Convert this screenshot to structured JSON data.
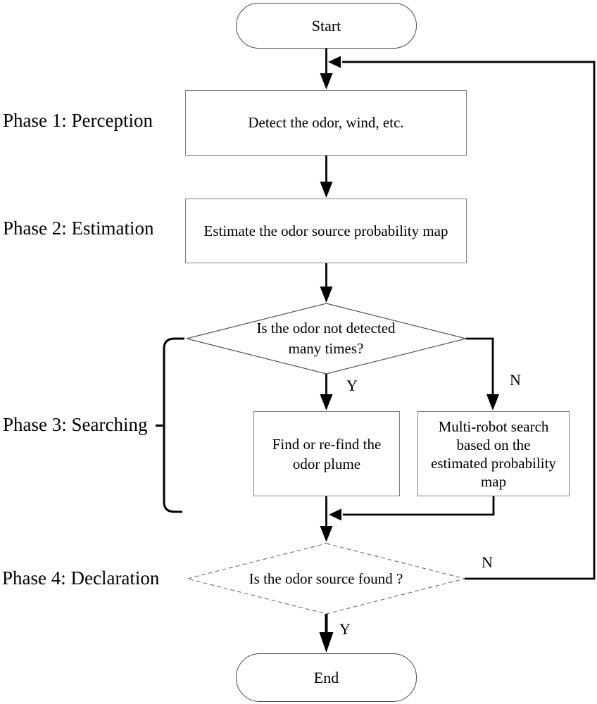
{
  "flowchart": {
    "nodes": {
      "start": {
        "label": "Start"
      },
      "detect": {
        "label": "Detect the odor, wind, etc."
      },
      "estimate": {
        "label": "Estimate the odor source probability map"
      },
      "decision_detect": {
        "lines": [
          "Is the odor not detected",
          "many times?"
        ]
      },
      "find_plume": {
        "lines": [
          "Find or re-find the",
          "odor plume"
        ]
      },
      "multi_robot": {
        "lines": [
          "Multi-robot search",
          "based on the",
          "estimated probability",
          "map"
        ]
      },
      "decision_found": {
        "label": "Is the odor source found ?"
      },
      "end": {
        "label": "End"
      }
    },
    "phases": [
      {
        "label": "Phase 1: Perception"
      },
      {
        "label": "Phase 2: Estimation"
      },
      {
        "label": "Phase 3: Searching"
      },
      {
        "label": "Phase 4: Declaration"
      }
    ],
    "branches": {
      "detect_yes": "Y",
      "detect_no": "N",
      "found_yes": "Y",
      "found_no": "N"
    },
    "colors": {
      "line": "#000000",
      "box_border": "#7f7f7f",
      "terminator_border": "#4c4c4c",
      "decision_border": "#555555",
      "decision_dashed_border": "#777777",
      "text": "#000000",
      "background": "#ffffff"
    }
  }
}
